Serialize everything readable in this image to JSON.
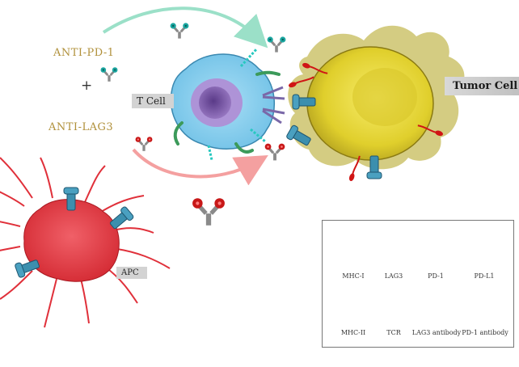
{
  "labels": {
    "anti_pd1": "ANTI-PD-1",
    "plus": "+",
    "anti_lag3": "ANTI-LAG3",
    "t_cell": "T Cell",
    "tumor_cell": "Tumor Cell",
    "apc": "APC"
  },
  "legend": {
    "items": [
      "MHC-I",
      "LAG3",
      "PD-1",
      "PD-L1",
      "MHC-II",
      "TCR",
      "LAG3 antibody",
      "PD-1 antibody"
    ]
  },
  "colors": {
    "t_cell": "#8fd0ee",
    "t_cell_nucleus": "#7d5aa8",
    "tumor_cell": "#e6d738",
    "tumor_halo": "#c8bf6a",
    "apc": "#e6363f",
    "mhc": "#3c8fae",
    "lag3": "#28c8c0",
    "pd1": "#3c9a5a",
    "pdl1": "#d01515",
    "tcr": "#7a68a8",
    "lag3_antibody": "#c81818",
    "pd1_antibody": "#1aa6a0",
    "antibody_stem": "#8a8a8a",
    "arrow_top": "#9be0c8",
    "arrow_bottom": "#f4a0a0"
  }
}
